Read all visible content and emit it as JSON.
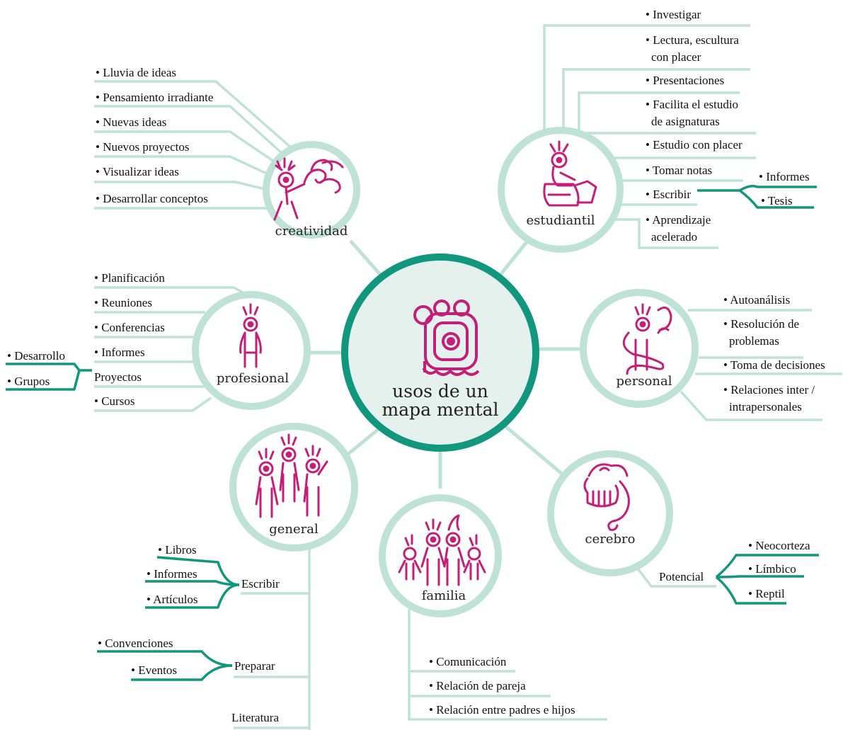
{
  "center": {
    "label_line1": "usos de un",
    "label_line2": "mapa mental",
    "icon": "mayan-glyph-icon"
  },
  "colors": {
    "line": "#bfe2d7",
    "hub_border": "#bfe2d7",
    "hub_fill": "#ffffff",
    "center_border": "#10977e",
    "center_fill": "#e5f1ed",
    "accent_line": "#10977e",
    "icon": "#c41e78",
    "text": "#111111"
  },
  "hubs": {
    "creatividad": {
      "label": "creatividad",
      "icon": "creative-figure-icon",
      "items": [
        "• Lluvia de ideas",
        "• Pensamiento irradiante",
        "• Nuevas ideas",
        "• Nuevos proyectos",
        "• Visualizar ideas",
        "• Desarrollar conceptos"
      ]
    },
    "estudiantil": {
      "label": "estudiantil",
      "icon": "studying-figure-icon",
      "items": [
        "• Investigar",
        "• Lectura, escultura",
        "con placer",
        "• Presentaciones",
        "• Facilita el estudio",
        "de asignaturas",
        "• Estudio con placer",
        "• Tomar notas",
        "• Escribir",
        "• Aprendizaje",
        "acelerado"
      ],
      "escribir_sub": [
        "• Informes",
        "• Tesis"
      ]
    },
    "profesional": {
      "label": "profesional",
      "icon": "person-icon",
      "items": [
        "• Planificación",
        "• Reuniones",
        "• Conferencias",
        "• Informes",
        "Proyectos",
        "• Cursos"
      ],
      "proyectos_sub": [
        "• Desarrollo",
        "• Grupos"
      ]
    },
    "personal": {
      "label": "personal",
      "icon": "person-thinking-icon",
      "items": [
        "• Autoanálisis",
        "• Resolución de",
        "problemas",
        "• Toma de decisiones",
        "• Relaciones inter /",
        "intrapersonales"
      ]
    },
    "general": {
      "label": "general",
      "icon": "group-figures-icon",
      "escribir": {
        "label": "Escribir",
        "sub": [
          "• Libros",
          "• Informes",
          "• Artículos"
        ]
      },
      "preparar": {
        "label": "Preparar",
        "sub": [
          "• Convenciones",
          "• Eventos"
        ]
      },
      "literatura": "Literatura"
    },
    "familia": {
      "label": "familia",
      "icon": "family-figures-icon",
      "items": [
        "• Comunicación",
        "• Relación de pareja",
        "• Relación entre padres e hijos"
      ]
    },
    "cerebro": {
      "label": "cerebro",
      "icon": "brain-icon",
      "potencial": {
        "label": "Potencial",
        "sub": [
          "• Neocorteza",
          "• Límbico",
          "• Reptil"
        ]
      }
    }
  }
}
